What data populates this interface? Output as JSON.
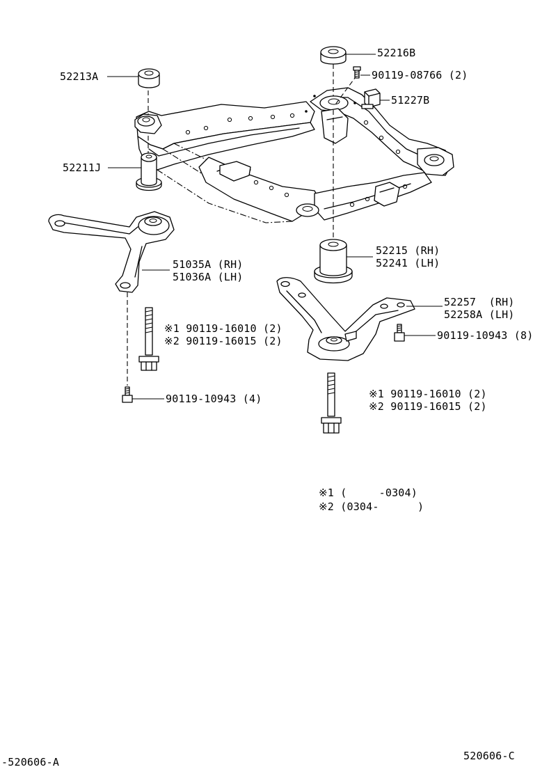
{
  "parts": {
    "p52213A": "52213A",
    "p52216B": "52216B",
    "p90119_08766": "90119-08766 (2)",
    "p51227B": "51227B",
    "p52211J": "52211J",
    "p51035A": "51035A (RH)",
    "p51036A": "51036A (LH)",
    "p52215": "52215 (RH)",
    "p52241": "52241 (LH)",
    "p52257": "52257  (RH)",
    "p52258A": "52258A (LH)",
    "p90119_10943_8": "90119-10943 (8)",
    "left_bolt_1": "※1 90119-16010 (2)",
    "left_bolt_2": "※2 90119-16015 (2)",
    "p90119_10943_4": "90119-10943 (4)",
    "right_bolt_1": "※1 90119-16010 (2)",
    "right_bolt_2": "※2 90119-16015 (2)"
  },
  "notes": {
    "note1": "※1 (     -0304)",
    "note2": "※2 (0304-      )"
  },
  "footer": {
    "left_code": "-520606-A",
    "right_code": "520606-C"
  },
  "icons": [
    "frame-crossmember-icon",
    "bushing-icon",
    "bracket-icon",
    "bolt-icon",
    "screw-icon",
    "clamp-icon"
  ]
}
